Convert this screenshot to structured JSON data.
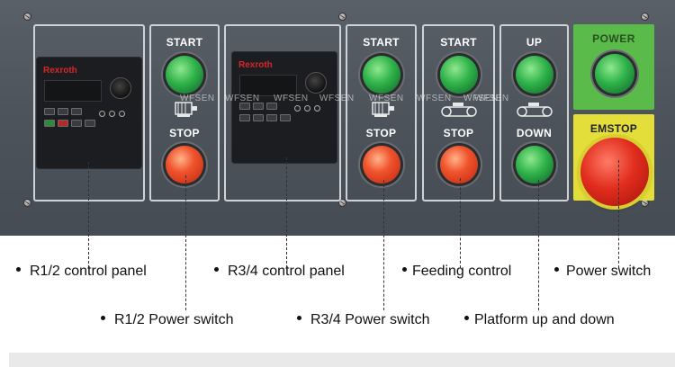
{
  "panel": {
    "sections": {
      "r12": {
        "brand": "Rexroth"
      },
      "r12_switch": {
        "start": "START",
        "stop": "STOP"
      },
      "r34": {
        "brand": "Rexroth"
      },
      "r34_switch": {
        "start": "START",
        "stop": "STOP"
      },
      "feeding": {
        "start": "START",
        "stop": "STOP"
      },
      "platform": {
        "up": "UP",
        "down": "DOWN"
      },
      "power": {
        "label": "POWER"
      },
      "emstop": {
        "label": "EMSTOP"
      }
    },
    "watermarks": [
      "WFSEN",
      "WFSEN",
      "WFSEN",
      "WFSEN",
      "WFSEN",
      "WFSEN",
      "WFSEN",
      "WFSEN"
    ],
    "colors": {
      "panel": "#4f555d",
      "button_green": "#2fb24a",
      "button_red": "#e2452a",
      "power_box": "#5bbb4a",
      "emstop_box": "#e3de3a",
      "brand_red": "#d7262b"
    }
  },
  "callouts": {
    "r12_control_panel": "R1/2 control panel",
    "r34_control_panel": "R3/4 control panel",
    "feeding_control": "Feeding control",
    "power_switch": "Power switch",
    "r12_power_switch": "R1/2 Power switch",
    "r34_power_switch": "R3/4 Power switch",
    "platform_up_down": "Platform up and down"
  }
}
